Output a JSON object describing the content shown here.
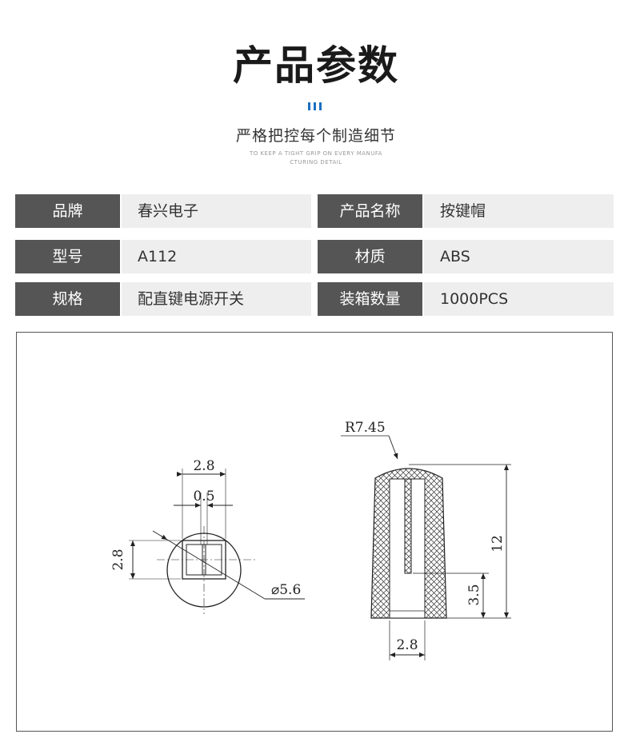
{
  "header": {
    "title": "产品参数",
    "subtitle": "严格把控每个制造细节",
    "tagline_line1": "TO KEEP A TIGHT GRIP ON EVERY MANUFA",
    "tagline_line2": "CTURING DETAIL"
  },
  "specs": [
    {
      "label1": "品牌",
      "value1": "春兴电子",
      "label2": "产品名称",
      "value2": "按键帽"
    },
    {
      "label1": "型号",
      "value1": "A112",
      "label2": "材质",
      "value2": "ABS"
    },
    {
      "label1": "规格",
      "value1": "配直键电源开关",
      "label2": "装箱数量",
      "value2": "1000PCS"
    }
  ],
  "drawing": {
    "top_view": {
      "width_dim": "2.8",
      "slot_dim": "0.5",
      "height_dim": "2.8",
      "diameter_dim": "⌀5.6"
    },
    "side_view": {
      "radius_dim": "R7.45",
      "height_dim": "12",
      "slot_depth_dim": "3.5",
      "bottom_width_dim": "2.8"
    }
  },
  "colors": {
    "accent": "#1b6fc2",
    "label_bg": "#555555",
    "value_bg": "#eeeeee"
  }
}
